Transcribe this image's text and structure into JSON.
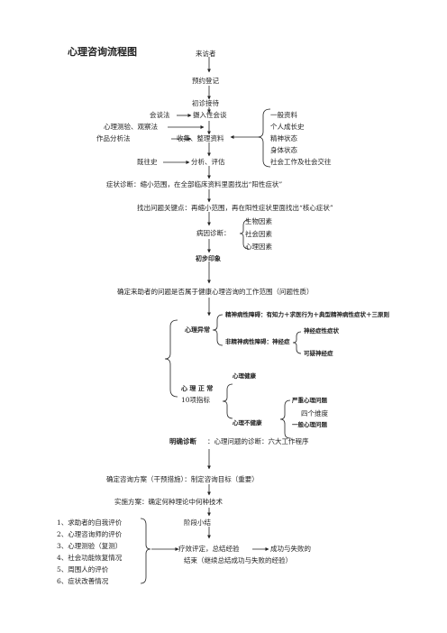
{
  "title": "心理咨询流程图",
  "steps": {
    "visitor": "来访者",
    "appointment": "预约登记",
    "initial_reception": "初诊接待",
    "intake_interview": "摄入性会谈",
    "collect_organize": "收集、整理资料",
    "analyze_evaluate": "分析、评估"
  },
  "methods": {
    "interview": "会谈法",
    "test_observe": "心理测验、观察法",
    "work_analysis": "作品分析法",
    "case_history": "既往史"
  },
  "materials": [
    "一般资料",
    "个人成长史",
    "精神状态",
    "身体状态",
    "社会工作及社会交往"
  ],
  "diagnosis": {
    "symptom": "症状诊断：缩小范围，在全部临床资料里面找出“阳性症状”",
    "key_point": "找出问题关键点：再缩小范围，再在阳性症状里面找出“核心症状”",
    "etiology_label": "病因诊断：",
    "etiology_items": [
      "生物因素",
      "社会因素",
      "心理因素"
    ],
    "initial_impression": "初步印象",
    "scope": "确定来助者的问题是否属于健康心理咨询的工作范围（问题性质）"
  },
  "classification": {
    "abnormal": "心理异常",
    "psychotic": "精神病性障碍：有知力＋求医行为＋典型精神病性症状＋三原则",
    "non_psychotic": "非精神病性障碍：神经症",
    "neurotic_like": "神经症性症状",
    "suspected_neurosis": "可疑神经症",
    "healthy": "心理健康",
    "normal_heading": "心 理 正 常",
    "normal_criteria": "10项指标",
    "unhealthy": "心理不健康",
    "severe": "严重心理问题",
    "four_dims": "四个维度",
    "general": "一般心理问题"
  },
  "clear_diagnosis": {
    "label": "明确诊断",
    "text": "：心理问题的诊断：六大工作程序"
  },
  "plan": {
    "scheme": "确定咨询方案（干预措施）：制定咨询目标（重要）",
    "implement": "实施方案：确定何种理论中何种技术",
    "stage_summary": "阶段小结",
    "evaluation": "疗效评定，总结经验",
    "success_failure": "成功与失败的",
    "ending": "结束（继续总结成功与失败的经验）"
  },
  "evaluation_items": [
    "1、求助者的自我评价",
    "2、心理咨询师的评价",
    "3、心理测验（复测）",
    "4、社会功能恢复情况",
    "5、周围人的评价",
    "6、症状改善情况"
  ]
}
